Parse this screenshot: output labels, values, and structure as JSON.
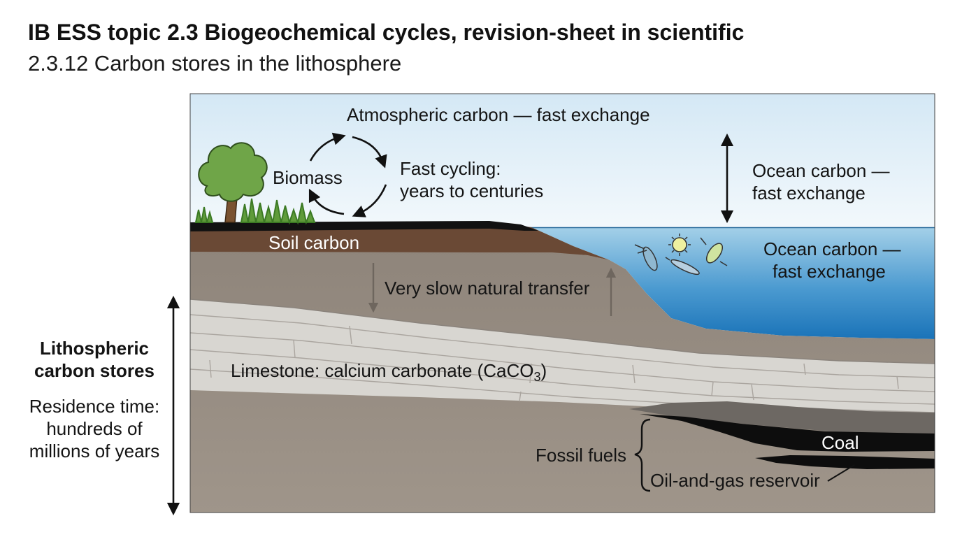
{
  "header": {
    "title": "IB ESS topic 2.3 Biogeochemical cycles, revision-sheet in scientific",
    "subtitle": "2.3.12 Carbon stores in the lithosphere"
  },
  "labels": {
    "atmospheric": "Atmospheric carbon — fast exchange",
    "biomass": "Biomass",
    "fast_cycling_1": "Fast cycling:",
    "fast_cycling_2": "years to centuries",
    "ocean_air_1": "Ocean carbon —",
    "ocean_air_2": "fast exchange",
    "ocean_sea_1": "Ocean carbon —",
    "ocean_sea_2": "fast exchange",
    "soil": "Soil carbon",
    "slow_transfer": "Very slow natural transfer",
    "limestone_main": "Limestone: calcium carbonate (CaCO",
    "limestone_sub": "3",
    "limestone_close": ")",
    "litho_1": "Lithospheric",
    "litho_2": "carbon stores",
    "residence_1": "Residence time:",
    "residence_2": "hundreds of",
    "residence_3": "millions of years",
    "fossil": "Fossil fuels",
    "coal": "Coal",
    "oil_gas": "Oil-and-gas reservoir"
  },
  "colors": {
    "sky_top": "#d6e9f5",
    "sky_bottom": "#f3f8fb",
    "ocean_top": "#9ccbe6",
    "ocean_bottom": "#1d78bd",
    "soil": "#6b4a36",
    "sediment": "#948a80",
    "limestone": "#d8d6d2",
    "coal": "#0d0d0d",
    "tree_canopy": "#6fa548"
  },
  "icons": [
    "tree-icon",
    "grass-icon",
    "cycle-arrows-icon",
    "plankton-icon",
    "double-arrow-icon"
  ]
}
